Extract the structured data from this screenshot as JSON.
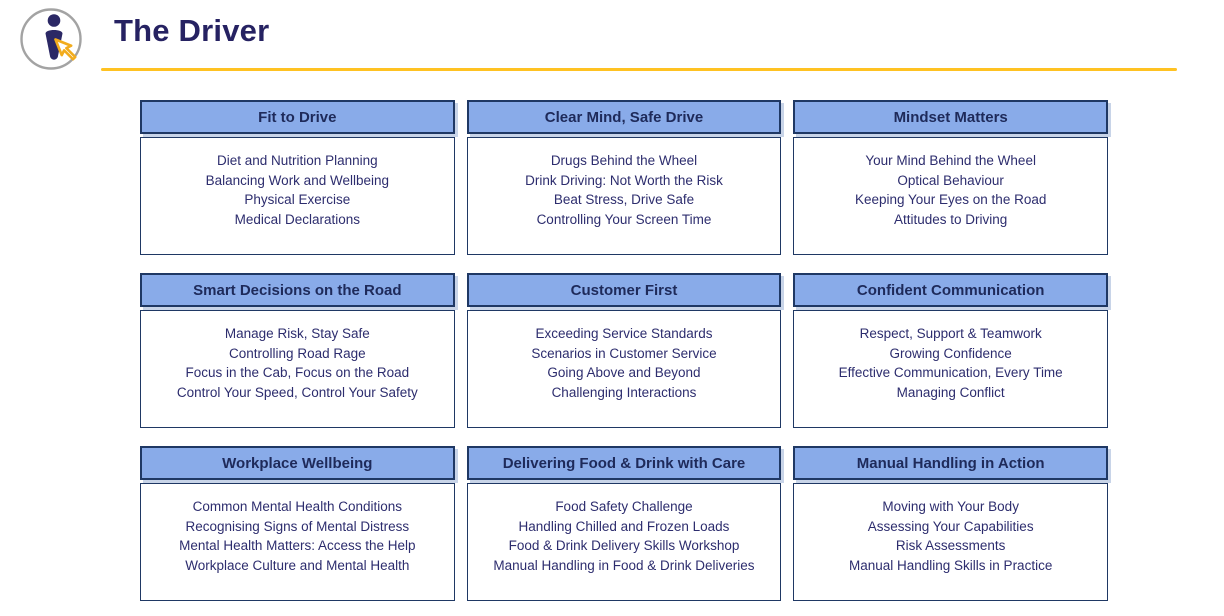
{
  "page": {
    "title": "The Driver"
  },
  "logo": {
    "description": "person-info-cursor-logo",
    "circle_color": "#A3A3A3",
    "figure_color": "#2B2865",
    "arrow_color": "#F2AC1D"
  },
  "colors": {
    "title_text": "#262262",
    "underline_gold": "#FFC222",
    "card_header_fill": "#89ABE9",
    "card_border": "#1F3864",
    "card_header_text": "#1E2A5A",
    "card_item_text": "#2D2D6E"
  },
  "cards": [
    {
      "title": "Fit to Drive",
      "items": [
        "Diet and Nutrition Planning",
        "Balancing Work and Wellbeing",
        "Physical Exercise",
        "Medical Declarations"
      ]
    },
    {
      "title": "Clear Mind, Safe Drive",
      "items": [
        "Drugs Behind the Wheel",
        "Drink Driving: Not Worth the Risk",
        "Beat Stress, Drive Safe",
        "Controlling Your Screen Time"
      ]
    },
    {
      "title": "Mindset Matters",
      "items": [
        "Your Mind Behind the Wheel",
        "Optical Behaviour",
        "Keeping Your Eyes on the Road",
        "Attitudes to Driving"
      ]
    },
    {
      "title": "Smart Decisions on the Road",
      "items": [
        "Manage Risk, Stay Safe",
        "Controlling Road Rage",
        "Focus in the Cab, Focus on the Road",
        "Control Your Speed, Control Your Safety"
      ]
    },
    {
      "title": "Customer First",
      "items": [
        "Exceeding Service Standards",
        "Scenarios in Customer Service",
        "Going Above and Beyond",
        "Challenging Interactions"
      ]
    },
    {
      "title": "Confident Communication",
      "items": [
        "Respect, Support & Teamwork",
        "Growing Confidence",
        "Effective Communication, Every Time",
        "Managing Conflict"
      ]
    },
    {
      "title": "Workplace Wellbeing",
      "items": [
        "Common Mental Health Conditions",
        "Recognising Signs of Mental Distress",
        "Mental Health Matters: Access the Help",
        "Workplace Culture and Mental Health"
      ]
    },
    {
      "title": "Delivering Food & Drink with Care",
      "items": [
        "Food Safety Challenge",
        "Handling Chilled and Frozen Loads",
        "Food & Drink Delivery Skills Workshop",
        "Manual Handling in Food & Drink Deliveries"
      ]
    },
    {
      "title": "Manual Handling in Action",
      "items": [
        "Moving with Your Body",
        "Assessing Your Capabilities",
        "Risk Assessments",
        "Manual Handling Skills in Practice"
      ]
    }
  ]
}
